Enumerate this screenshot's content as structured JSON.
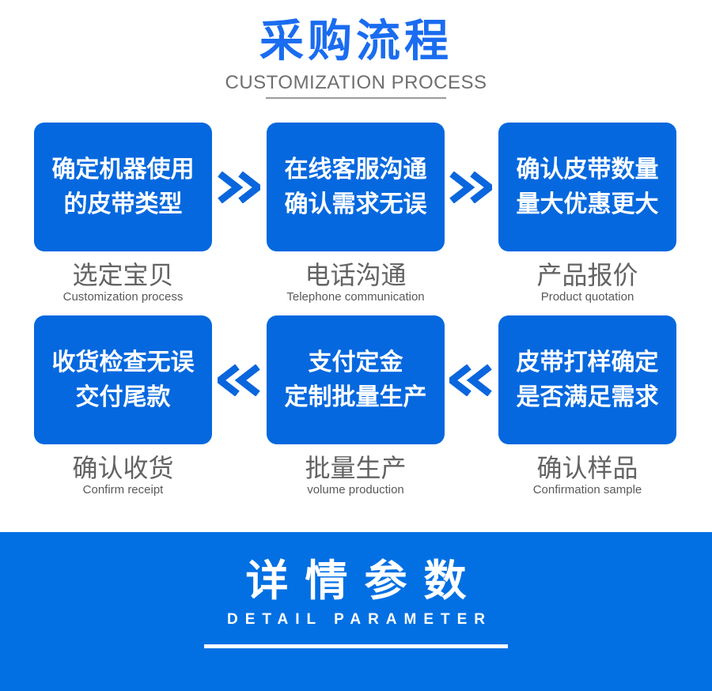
{
  "header": {
    "title": "采购流程",
    "subtitle": "CUSTOMIZATION PROCESS"
  },
  "steps": [
    {
      "box_line1": "确定机器使用",
      "box_line2": "的皮带类型",
      "label": "选定宝贝",
      "sublabel": "Customization process"
    },
    {
      "box_line1": "在线客服沟通",
      "box_line2": "确认需求无误",
      "label": "电话沟通",
      "sublabel": "Telephone communication"
    },
    {
      "box_line1": "确认皮带数量",
      "box_line2": "量大优惠更大",
      "label": "产品报价",
      "sublabel": "Product quotation"
    },
    {
      "box_line1": "收货检查无误",
      "box_line2": "交付尾款",
      "label": "确认收货",
      "sublabel": "Confirm receipt"
    },
    {
      "box_line1": "支付定金",
      "box_line2": "定制批量生产",
      "label": "批量生产",
      "sublabel": "volume production"
    },
    {
      "box_line1": "皮带打样确定",
      "box_line2": "是否满足需求",
      "label": "确认样品",
      "sublabel": "Confirmation sample"
    }
  ],
  "arrows": {
    "row1_direction": "right",
    "row2_direction": "left",
    "icon": "double-chevron"
  },
  "banner": {
    "title": "详情参数",
    "subtitle": "DETAIL PARAMETER"
  },
  "colors": {
    "title_blue": "#1a6cf0",
    "box_blue": "#0568df",
    "banner_blue": "#0270e3",
    "arrow_blue": "#0a66dd",
    "label_gray": "#636363",
    "subtitle_gray": "#6f6f6f",
    "underline_gray": "#9a9a9a",
    "box_text": "#ffffff"
  }
}
